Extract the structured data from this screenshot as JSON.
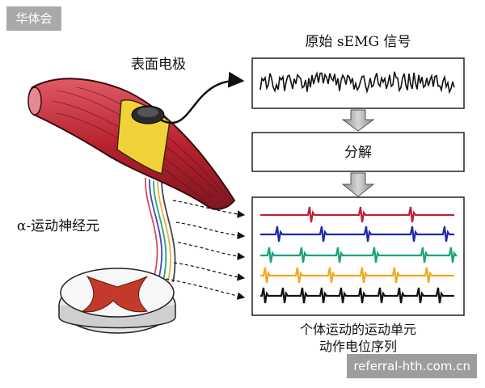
{
  "watermark_top_left": "华体会",
  "watermark_bottom_right": "referral-hth.com.cn",
  "labels": {
    "electrode": "表面电极",
    "raw_semg": "原始 sEMG 信号",
    "decompose": "分解",
    "motor_neuron": "α-运动神经元",
    "mu_line1": "个体运动的运动单元",
    "mu_line2": "动作电位序列"
  },
  "colors": {
    "muscle": "#c9303d",
    "band": "#f2d23a",
    "trains": [
      "#c41e3a",
      "#1e2aa8",
      "#1aa37a",
      "#f0a81e",
      "#111111"
    ]
  }
}
